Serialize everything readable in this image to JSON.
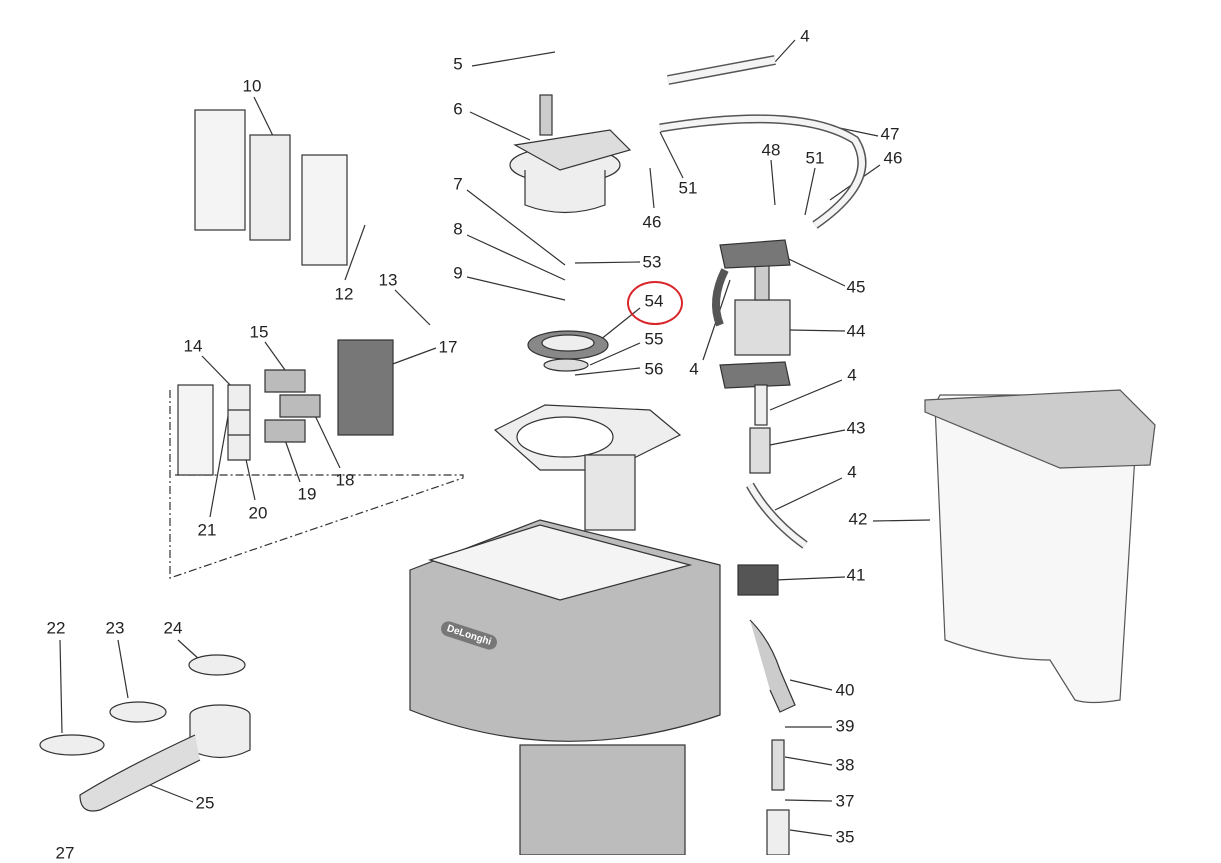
{
  "diagram": {
    "labels": [
      "4",
      "5",
      "10",
      "6",
      "47",
      "48",
      "51",
      "46",
      "51",
      "46",
      "7",
      "8",
      "9",
      "53",
      "45",
      "12",
      "13",
      "54",
      "55",
      "44",
      "15",
      "14",
      "17",
      "56",
      "4",
      "4",
      "43",
      "18",
      "4",
      "19",
      "20",
      "21",
      "42",
      "41",
      "22",
      "23",
      "24",
      "40",
      "39",
      "38",
      "25",
      "37",
      "35",
      "27"
    ],
    "highlighted_label": "54",
    "highlight_color": "#d9262b",
    "brand_mark": "DeLonghi"
  }
}
